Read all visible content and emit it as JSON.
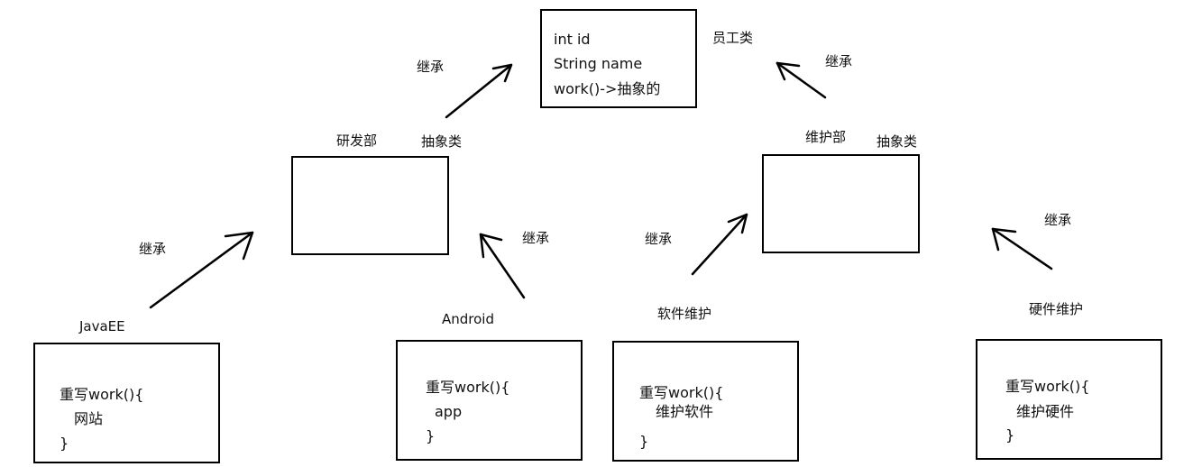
{
  "employee": {
    "fields": [
      "int id",
      "String name",
      "work()->抽象的"
    ],
    "label": "员工类"
  },
  "rd": {
    "label": "研发部",
    "type": "抽象类"
  },
  "maint": {
    "label": "维护部",
    "type": "抽象类"
  },
  "inherit": "继承",
  "javaee": {
    "label": "JavaEE",
    "lines": [
      "重写work(){",
      "网站",
      "}"
    ]
  },
  "android": {
    "label": "Android",
    "lines": [
      "重写work(){",
      "app",
      "}"
    ]
  },
  "software": {
    "label": "软件维护",
    "lines": [
      "重写work(){",
      "维护软件",
      "}"
    ]
  },
  "hardware": {
    "label": "硬件维护",
    "lines": [
      "重写work(){",
      "维护硬件",
      "}"
    ]
  }
}
